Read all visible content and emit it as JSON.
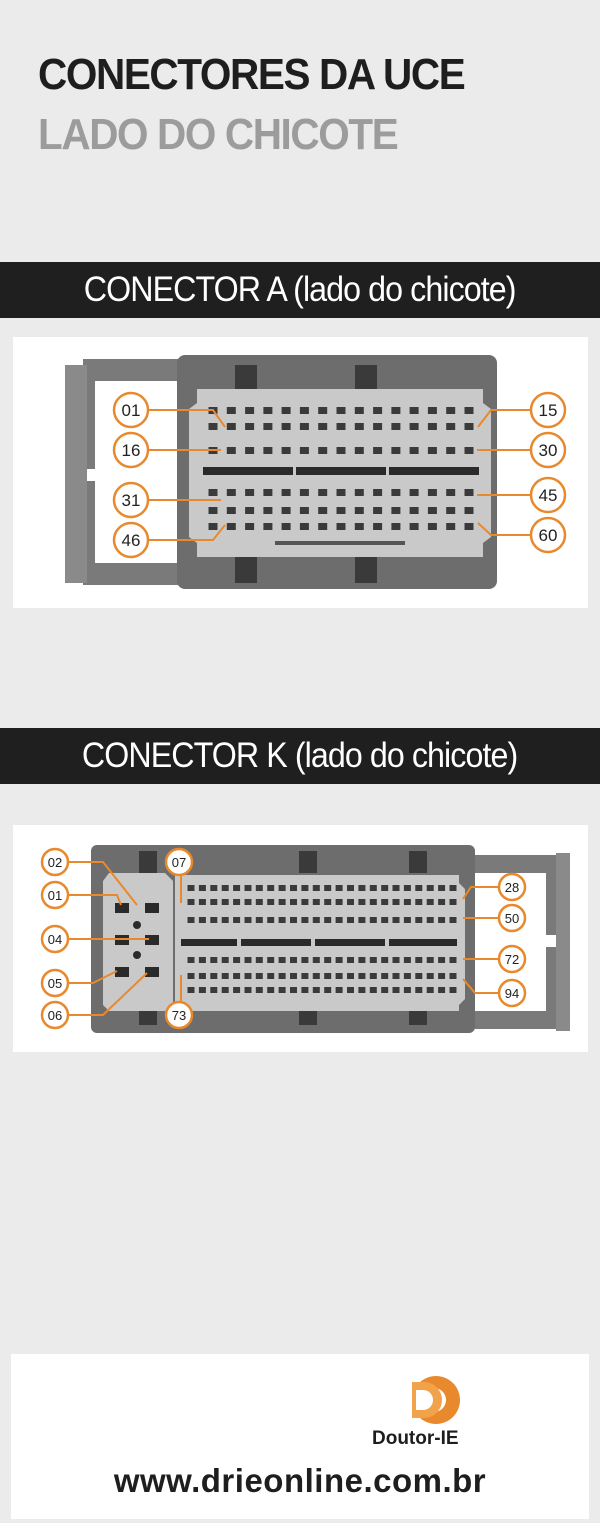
{
  "title": {
    "line1": "CONECTORES DA UCE",
    "line2": "LADO DO CHICOTE"
  },
  "connector_a": {
    "heading": "CONECTOR A (lado do chicote)",
    "pin_labels": [
      "01",
      "15",
      "16",
      "30",
      "31",
      "45",
      "46",
      "60"
    ]
  },
  "connector_k": {
    "heading": "CONECTOR K (lado do chicote)",
    "pin_labels": [
      "02",
      "07",
      "01",
      "28",
      "50",
      "04",
      "72",
      "05",
      "94",
      "06",
      "73"
    ]
  },
  "footer": {
    "brand": "Doutor-IE",
    "website": "www.drieonline.com.br",
    "logo_icon": "doutor-ie-logo-icon",
    "accent_color": "#e8892e"
  },
  "colors": {
    "background": "#ebebeb",
    "band": "#1f1f1f",
    "connector_body": "#6d6d6d",
    "connector_face": "#c9c9c9",
    "label_outline": "#e8892e"
  }
}
